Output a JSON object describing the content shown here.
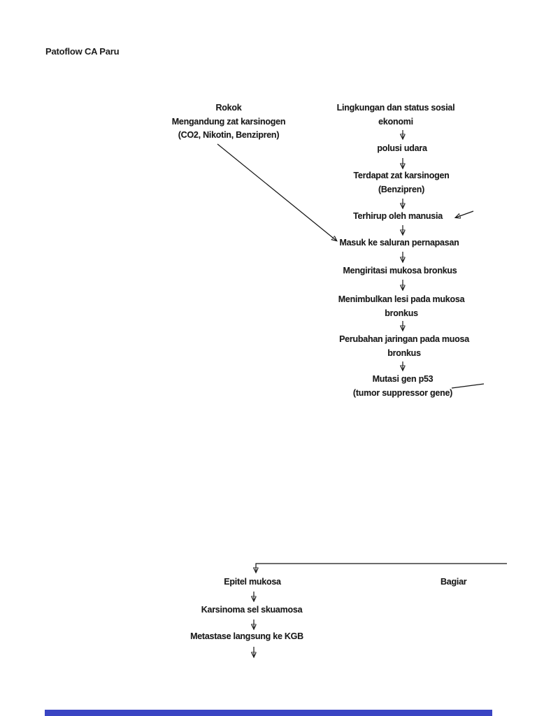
{
  "page": {
    "title": "Patoflow CA Paru",
    "background_color": "#ffffff",
    "text_color": "#1d1d1d",
    "line_color": "#161616",
    "next_page_edge_color": "#3a45c3"
  },
  "flowchart": {
    "rokok_branch": {
      "line1": "Rokok",
      "line2": "Mengandung zat karsinogen",
      "line3": "(CO2, Nikotin, Benzipren)"
    },
    "chain": [
      {
        "line1": "Lingkungan dan status sosial",
        "line2": "ekonomi"
      },
      {
        "line1": "polusi udara"
      },
      {
        "line1": "Terdapat zat karsinogen",
        "line2": "(Benzipren)"
      },
      {
        "line1": "Terhirup oleh manusia"
      },
      {
        "line1": "Masuk ke saluran pernapasan"
      },
      {
        "line1": "Mengiritasi mukosa bronkus"
      },
      {
        "line1": "Menimbulkan lesi pada mukosa",
        "line2": "bronkus"
      },
      {
        "line1": "Perubahan jaringan pada muosa",
        "line2": "bronkus"
      },
      {
        "line1": "Mutasi gen p53",
        "line2": "(tumor suppressor gene)"
      }
    ],
    "bottom_branch": {
      "epitel": "Epitel mukosa",
      "karsinoma": "Karsinoma sel skuamosa",
      "metastase": "Metastase langsung ke KGB",
      "bagian": "Bagiar"
    }
  }
}
